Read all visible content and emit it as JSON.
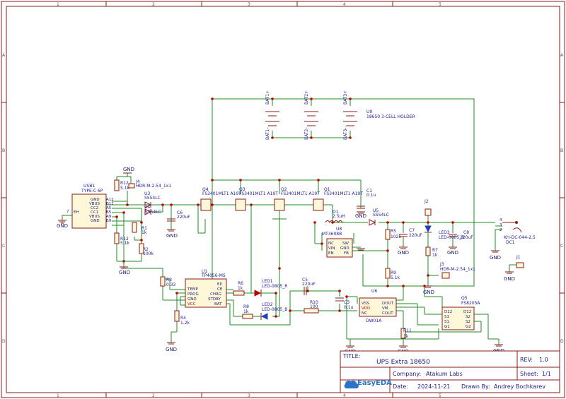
{
  "frame": {
    "columns": [
      "1",
      "2",
      "3",
      "4",
      "5"
    ],
    "rows": [
      "A",
      "B",
      "C",
      "D"
    ]
  },
  "title_block": {
    "title_label": "TITLE:",
    "title": "UPS Extra 18650",
    "rev_label": "REV:",
    "rev": "1.0",
    "company_label": "Company:",
    "company": "Atakum Labs",
    "sheet_label": "Sheet:",
    "sheet": "1/1",
    "date_label": "Date:",
    "date": "2024-11-21",
    "drawn_label": "Drawn By:",
    "drawn": "Andrey Bochkarev",
    "logo": "EasyEDA"
  },
  "components": {
    "usb1": {
      "ref": "USB1",
      "value": "TYPE-C 6P",
      "pins": [
        "A12",
        "B12",
        "A5",
        "B5",
        "A9",
        "B9"
      ],
      "signals": [
        "GND",
        "VBUS",
        "CC2",
        "CC1",
        "VBUS",
        "GND"
      ],
      "eh": "EH",
      "eh_num": "7"
    },
    "j4": {
      "ref": "J4",
      "value": "HDR-M-2.54_1x1"
    },
    "r12a": {
      "ref": "R12",
      "value": "5.1k"
    },
    "r12b": {
      "ref": "R12",
      "value": "5.1k"
    },
    "u3": {
      "ref": "U3",
      "value": "SS54LC"
    },
    "u4": {
      "ref": "U4",
      "value": "SS54LC"
    },
    "r1": {
      "ref": "R1",
      "value": "1k"
    },
    "r2": {
      "ref": "R2",
      "value": "100k"
    },
    "c6": {
      "ref": "C6",
      "value": "220uF"
    },
    "q4": {
      "ref": "Q4",
      "value": "FS3401MLT1 A19T"
    },
    "q3": {
      "ref": "Q3",
      "value": "FS3401MLT1 A19T"
    },
    "q2": {
      "ref": "Q2",
      "value": "FS3401MLT1 A19T"
    },
    "q1": {
      "ref": "Q1",
      "value": "FS3401MLT1 A19T"
    },
    "c1": {
      "ref": "C1",
      "value": "0.1u"
    },
    "bat1p": "BAT1+",
    "bat2p": "BAT2+",
    "bat3p": "BAT3+",
    "bat1m": "BAT1-",
    "bat2m": "BAT2-",
    "bat3m": "BAT3-",
    "u9": {
      "ref": "U9",
      "value": "18650 3-CELL HOLDER"
    },
    "d1": {
      "ref": "D1",
      "value": "2.5uH"
    },
    "u5": {
      "ref": "U5",
      "value": "SS54LC"
    },
    "u8": {
      "ref": "U8",
      "value": "MT3608B",
      "pins": [
        "NC",
        "VIN",
        "EN",
        "SW",
        "GND",
        "FB"
      ]
    },
    "r5": {
      "ref": "R5",
      "value": "102k"
    },
    "c7": {
      "ref": "C7",
      "value": "220uF"
    },
    "r9": {
      "ref": "R9",
      "value": "5.1k"
    },
    "j2": {
      "ref": "J2"
    },
    "led3": {
      "ref": "LED3",
      "value": "LED-0805_B"
    },
    "c8": {
      "ref": "C8",
      "value": "220uF"
    },
    "r7": {
      "ref": "R7",
      "value": "1k"
    },
    "j3": {
      "ref": "J3",
      "value": "HDR-M-2.54_1x1"
    },
    "dc1": {
      "ref": "DC1",
      "value": "KH-DC-044-2.5",
      "pins": [
        "4",
        "3",
        "2"
      ]
    },
    "j1": {
      "ref": "J1"
    },
    "u1": {
      "ref": "U1",
      "value": "TP4056-MS",
      "pins": [
        "TEMP",
        "PROG",
        "GND",
        "VCC",
        "EP",
        "CE",
        "CHRG",
        "STDBY",
        "BAT"
      ]
    },
    "r3": {
      "ref": "R3",
      "value": "0.33"
    },
    "r4": {
      "ref": "R4",
      "value": "1.2k"
    },
    "r6": {
      "ref": "R6",
      "value": "1k"
    },
    "r8": {
      "ref": "R8",
      "value": "1k"
    },
    "led1": {
      "ref": "LED1",
      "value": "LED-0805_R"
    },
    "led2": {
      "ref": "LED2",
      "value": "LED-0805_B"
    },
    "c5": {
      "ref": "C5",
      "value": "220uF"
    },
    "r10": {
      "ref": "R10",
      "value": "100"
    },
    "c3": {
      "ref": "C3",
      "value": "0.1u"
    },
    "u6": {
      "ref": "U6",
      "value": "DW01A",
      "pins": [
        "VSS",
        "VDD",
        "NC",
        "DOUT",
        "VM",
        "COUT"
      ]
    },
    "r11": {
      "ref": "R11",
      "value": "1k"
    },
    "q5": {
      "ref": "Q5",
      "value": "FS8205A",
      "pins": [
        "D12",
        "S1",
        "S1",
        "G1",
        "D12",
        "S2",
        "S2",
        "G2"
      ]
    }
  },
  "gnd": "GND"
}
